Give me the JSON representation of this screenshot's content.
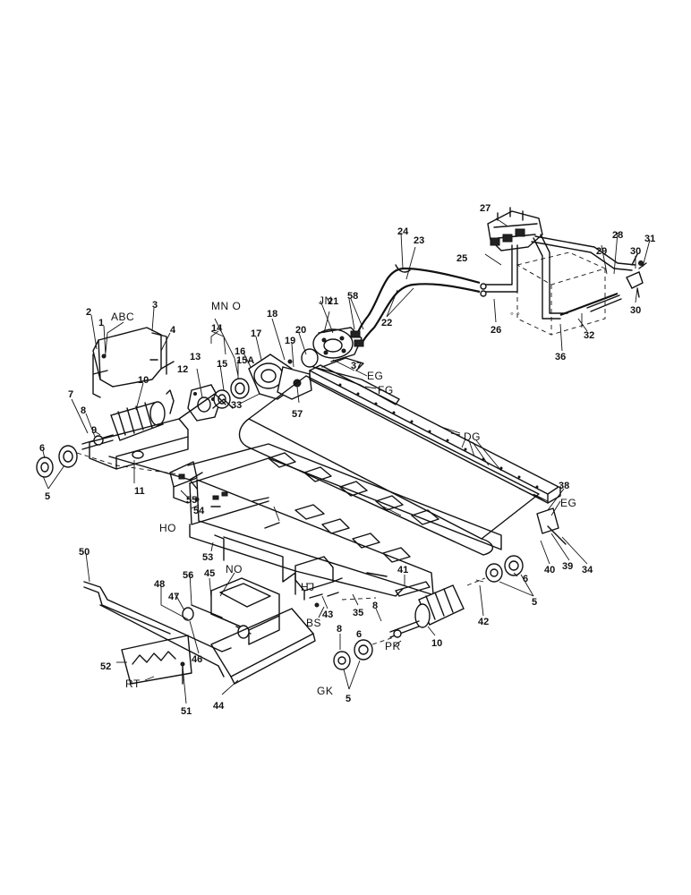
{
  "parts": [
    {
      "id": "p2",
      "label": "2"
    },
    {
      "id": "p1",
      "label": "1"
    },
    {
      "id": "abc",
      "label": "ABC"
    },
    {
      "id": "p3",
      "label": "3"
    },
    {
      "id": "p4",
      "label": "4"
    },
    {
      "id": "mno",
      "label": "MN O"
    },
    {
      "id": "jn",
      "label": "JN"
    },
    {
      "id": "p21",
      "label": "21"
    },
    {
      "id": "p58",
      "label": "58"
    },
    {
      "id": "p24",
      "label": "24"
    },
    {
      "id": "p23",
      "label": "23"
    },
    {
      "id": "p27",
      "label": "27"
    },
    {
      "id": "p25",
      "label": "25"
    },
    {
      "id": "p28",
      "label": "28"
    },
    {
      "id": "p29",
      "label": "29"
    },
    {
      "id": "p30a",
      "label": "30"
    },
    {
      "id": "p31",
      "label": "31"
    },
    {
      "id": "p30b",
      "label": "30"
    },
    {
      "id": "p22",
      "label": "22"
    },
    {
      "id": "p26",
      "label": "26"
    },
    {
      "id": "p32",
      "label": "32"
    },
    {
      "id": "p36",
      "label": "36"
    },
    {
      "id": "p14",
      "label": "14"
    },
    {
      "id": "p18",
      "label": "18"
    },
    {
      "id": "p17",
      "label": "17"
    },
    {
      "id": "p16",
      "label": "16"
    },
    {
      "id": "p15a",
      "label": "15A"
    },
    {
      "id": "p15",
      "label": "15"
    },
    {
      "id": "p13",
      "label": "13"
    },
    {
      "id": "p12",
      "label": "12"
    },
    {
      "id": "p20",
      "label": "20"
    },
    {
      "id": "p19",
      "label": "19"
    },
    {
      "id": "p37",
      "label": "37"
    },
    {
      "id": "eg1",
      "label": "EG"
    },
    {
      "id": "fg",
      "label": "FG"
    },
    {
      "id": "p57",
      "label": "57"
    },
    {
      "id": "p33",
      "label": "33"
    },
    {
      "id": "p10a",
      "label": "10"
    },
    {
      "id": "p7",
      "label": "7"
    },
    {
      "id": "p8a",
      "label": "8"
    },
    {
      "id": "p9",
      "label": "9"
    },
    {
      "id": "p6a",
      "label": "6"
    },
    {
      "id": "p5a",
      "label": "5"
    },
    {
      "id": "p11",
      "label": "11"
    },
    {
      "id": "p55",
      "label": "55"
    },
    {
      "id": "p54",
      "label": "54"
    },
    {
      "id": "ho",
      "label": "HO"
    },
    {
      "id": "dg",
      "label": "DG"
    },
    {
      "id": "p38",
      "label": "38"
    },
    {
      "id": "eg2",
      "label": "EG"
    },
    {
      "id": "p53",
      "label": "53"
    },
    {
      "id": "p50",
      "label": "50"
    },
    {
      "id": "p56",
      "label": "56"
    },
    {
      "id": "p45",
      "label": "45"
    },
    {
      "id": "no",
      "label": "NO"
    },
    {
      "id": "p48",
      "label": "48"
    },
    {
      "id": "p47",
      "label": "47"
    },
    {
      "id": "p46",
      "label": "46"
    },
    {
      "id": "p52",
      "label": "52"
    },
    {
      "id": "rt",
      "label": "RT"
    },
    {
      "id": "p51",
      "label": "51"
    },
    {
      "id": "p44",
      "label": "44"
    },
    {
      "id": "hj",
      "label": "HJ"
    },
    {
      "id": "bs",
      "label": "BS"
    },
    {
      "id": "p43",
      "label": "43"
    },
    {
      "id": "p35",
      "label": "35"
    },
    {
      "id": "p41",
      "label": "41"
    },
    {
      "id": "p8b",
      "label": "8"
    },
    {
      "id": "pr",
      "label": "PR"
    },
    {
      "id": "p10b",
      "label": "10"
    },
    {
      "id": "p6b",
      "label": "6"
    },
    {
      "id": "p8c",
      "label": "8"
    },
    {
      "id": "gk",
      "label": "GK"
    },
    {
      "id": "p5b",
      "label": "5"
    },
    {
      "id": "p6c",
      "label": "6"
    },
    {
      "id": "p5c",
      "label": "5"
    },
    {
      "id": "p42",
      "label": "42"
    },
    {
      "id": "p40",
      "label": "40"
    },
    {
      "id": "p39",
      "label": "39"
    },
    {
      "id": "p34",
      "label": "34"
    }
  ]
}
